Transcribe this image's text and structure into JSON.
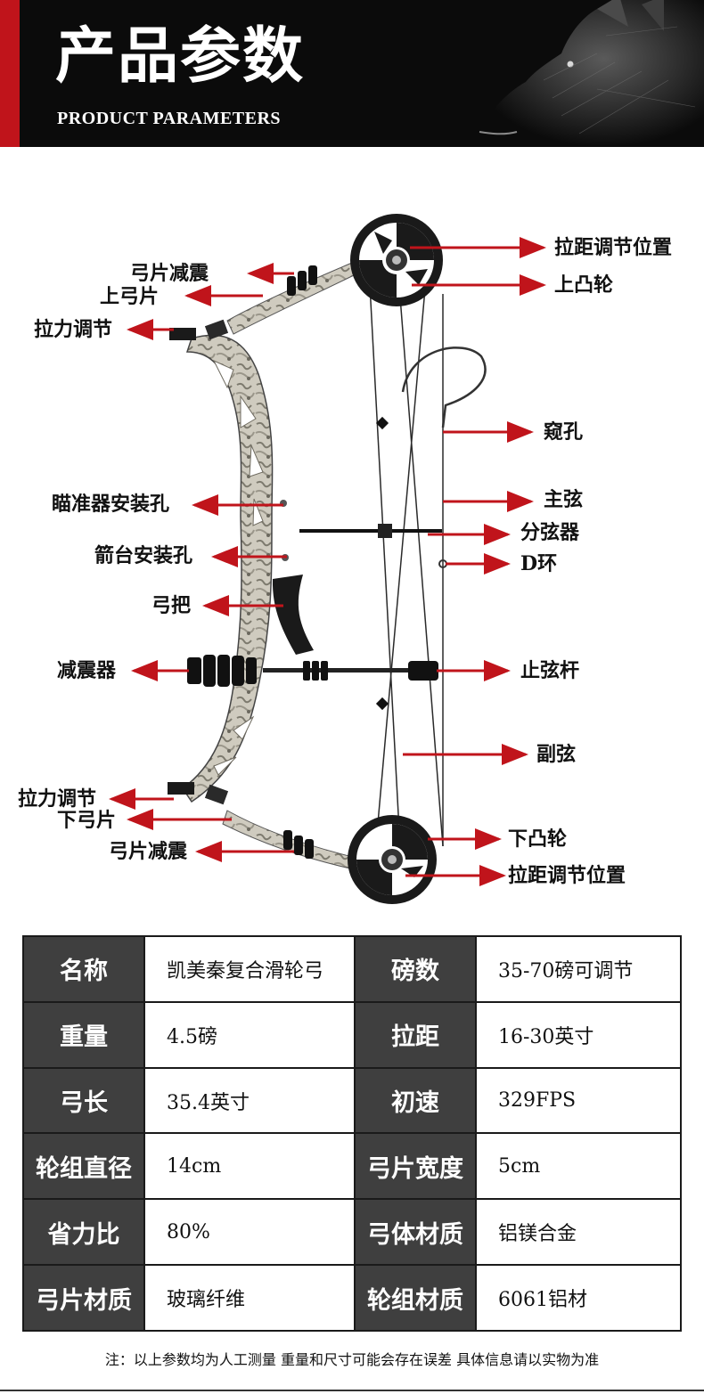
{
  "header": {
    "title": "产品参数",
    "subtitle": "PRODUCT PARAMETERS"
  },
  "diagram": {
    "labels_left": [
      "弓片减震",
      "上弓片",
      "拉力调节",
      "瞄准器安装孔",
      "箭台安装孔",
      "弓把",
      "减震器",
      "拉力调节",
      "下弓片",
      "弓片减震"
    ],
    "labels_right": [
      "拉距调节位置",
      "上凸轮",
      "窥孔",
      "主弦",
      "分弦器",
      "D环",
      "止弦杆",
      "副弦",
      "下凸轮",
      "拉距调节位置"
    ],
    "arrow_color": "#c0141b"
  },
  "specs": {
    "rows": [
      [
        {
          "key": "名称",
          "value": "凯美秦复合滑轮弓"
        },
        {
          "key": "磅数",
          "value": "35-70磅可调节"
        }
      ],
      [
        {
          "key": "重量",
          "value": "4.5磅"
        },
        {
          "key": "拉距",
          "value": "16-30英寸"
        }
      ],
      [
        {
          "key": "弓长",
          "value": "35.4英寸"
        },
        {
          "key": "初速",
          "value": "329FPS"
        }
      ],
      [
        {
          "key": "轮组直径",
          "value": "14cm"
        },
        {
          "key": "弓片宽度",
          "value": "5cm"
        }
      ],
      [
        {
          "key": "省力比",
          "value": "80%"
        },
        {
          "key": "弓体材质",
          "value": "铝镁合金"
        }
      ],
      [
        {
          "key": "弓片材质",
          "value": "玻璃纤维"
        },
        {
          "key": "轮组材质",
          "value": "6061铝材"
        }
      ]
    ]
  },
  "note": "注：以上参数均为人工测量 重量和尺寸可能会存在误差 具体信息请以实物为准",
  "colors": {
    "banner_bg": "#0b0b0b",
    "accent_red": "#c0141b",
    "table_key_bg": "#3f3f3f"
  }
}
